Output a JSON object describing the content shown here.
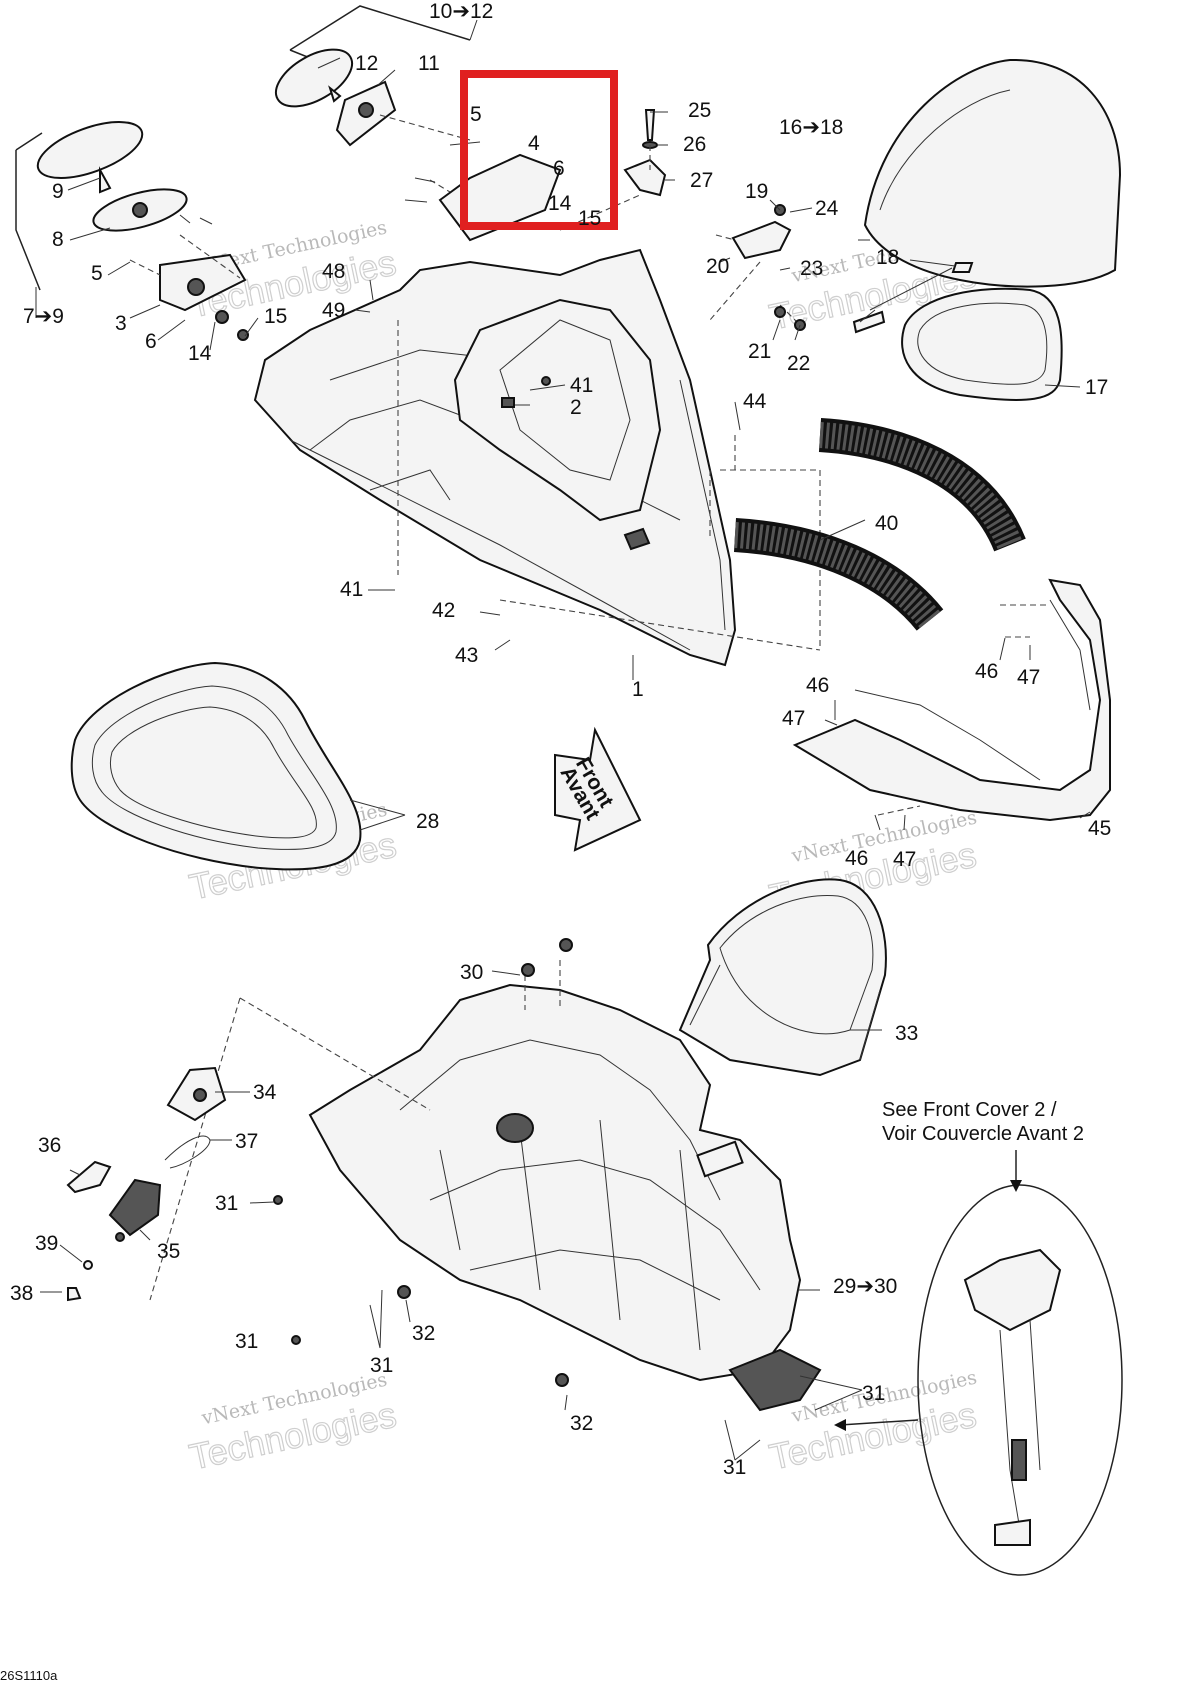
{
  "labels": [
    "1",
    "2",
    "3",
    "4",
    "5",
    "6",
    "7➔9",
    "8",
    "9",
    "10➔12",
    "11",
    "12",
    "14",
    "15",
    "16➔18",
    "17",
    "18",
    "19",
    "20",
    "21",
    "22",
    "23",
    "24",
    "25",
    "26",
    "27",
    "28",
    "29➔30",
    "31",
    "32",
    "33",
    "34",
    "35",
    "36",
    "37",
    "38",
    "39",
    "40",
    "41",
    "42",
    "43",
    "44",
    "45",
    "46",
    "47",
    "48",
    "49"
  ],
  "direction_arrow": {
    "line1": "Front",
    "line2": "Avant"
  },
  "note": {
    "line1": "See Front Cover 2 /",
    "line2": "Voir Couvercle Avant 2"
  },
  "watermark": {
    "line1": "vNext Technologies",
    "line2": "Technologies"
  },
  "figure_code": "26S1110a",
  "highlight_color": "#e02020"
}
